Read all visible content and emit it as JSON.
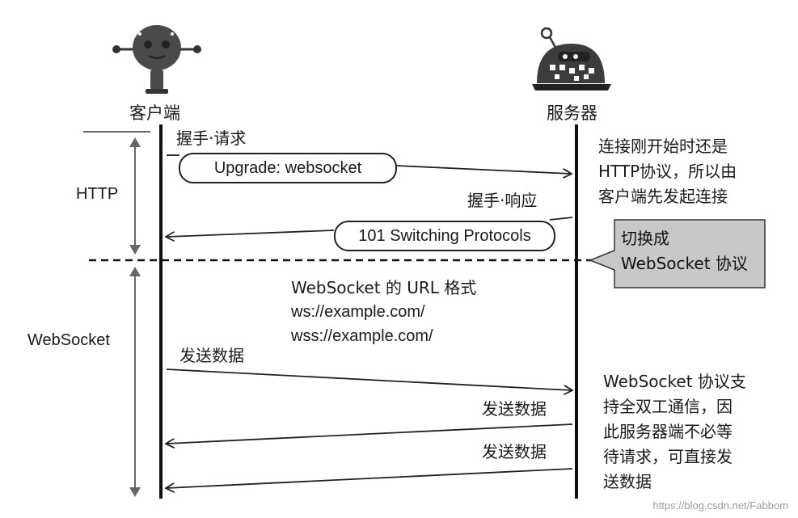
{
  "actors": {
    "client": {
      "label": "客户端",
      "icon": "robot-client-icon"
    },
    "server": {
      "label": "服务器",
      "icon": "robot-server-icon"
    }
  },
  "phases": {
    "http": "HTTP",
    "websocket": "WebSocket"
  },
  "messages": {
    "handshake_request": {
      "label": "握手·请求",
      "payload": "Upgrade: websocket"
    },
    "handshake_response": {
      "label": "握手·响应",
      "payload": "101 Switching Protocols"
    },
    "send_1": "发送数据",
    "send_2": "发送数据",
    "send_3": "发送数据"
  },
  "notes": {
    "http_note": [
      "连接刚开始时还是",
      "HTTP协议，所以由",
      "客户端先发起连接"
    ],
    "callout": [
      "切换成",
      "WebSocket 协议"
    ],
    "url_format": [
      "WebSocket 的 URL 格式",
      "ws://example.com/",
      "wss://example.com/"
    ],
    "duplex_note": [
      "WebSocket 协议支",
      "持全双工通信，因",
      "此服务器端不必等",
      "待请求，可直接发",
      "送数据"
    ]
  },
  "watermark": "https://blog.csdn.net/Fabbom",
  "colors": {
    "ink": "#1a1a1a",
    "callout_fill": "#c8c8c8",
    "robot_body": "#4a4a4a"
  }
}
